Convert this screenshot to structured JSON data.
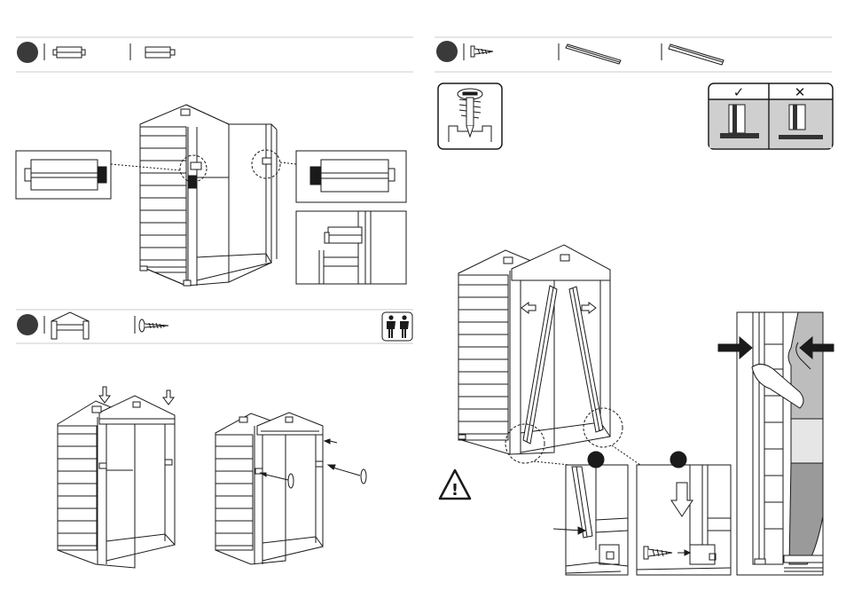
{
  "steps": [
    {
      "id": "step-a",
      "label": "",
      "parts": [
        "connector-clip",
        "connector-clip-alt"
      ]
    },
    {
      "id": "step-b",
      "label": "",
      "parts": [
        "gable-panel",
        "screw"
      ],
      "people_icon": "two-person-icon"
    },
    {
      "id": "step-c",
      "label": "",
      "parts": [
        "screw",
        "door-rail",
        "door-rail-alt"
      ]
    }
  ],
  "callouts": {
    "check_mark": "✓",
    "cross_mark": "✕",
    "warning_icon": "!",
    "sub_steps": [
      "",
      ""
    ]
  },
  "colors": {
    "line": "#1a1a1a",
    "step_badge": "#3a3a3a",
    "rule": "#cccccc",
    "grey_fill": "#cfcfcf",
    "dark_fill": "#333333"
  }
}
